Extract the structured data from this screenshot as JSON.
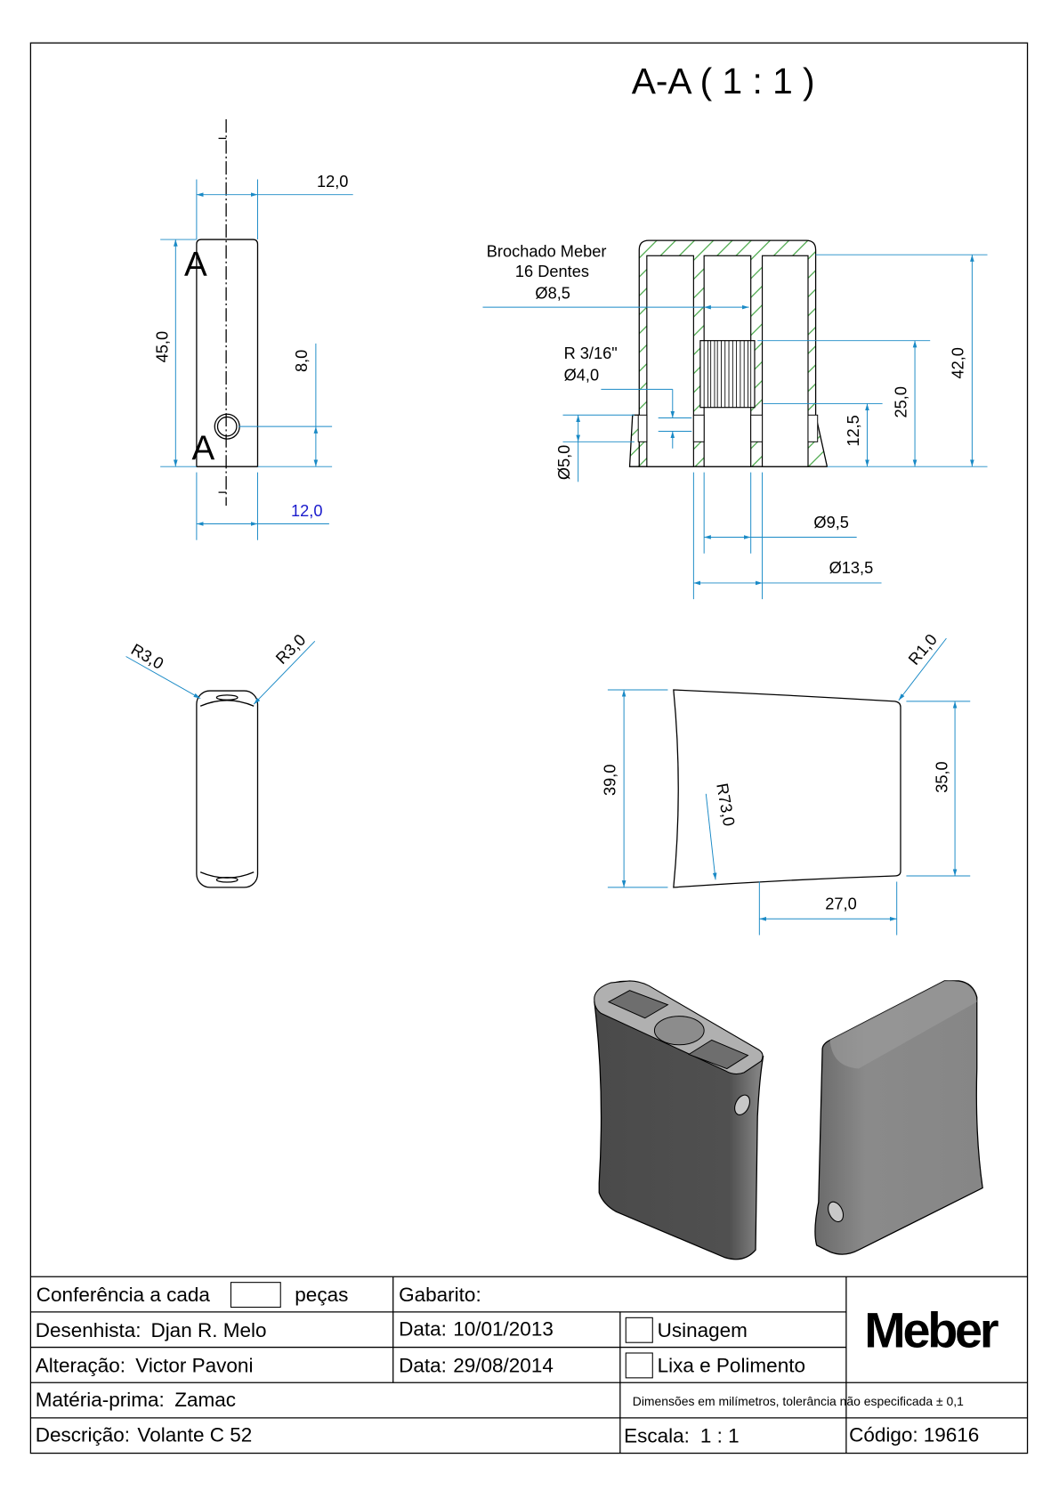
{
  "section_title": "A-A ( 1 : 1 )",
  "colors": {
    "dimension": "#1a8ac6",
    "hatch": "#2e9a2e",
    "blue_text": "#1a1acc"
  },
  "front_view": {
    "section_mark_top": "A",
    "section_mark_bottom": "A",
    "dim_width_top": "12,0",
    "dim_height": "45,0",
    "dim_hole_height": "8,0",
    "dim_width_bottom": "12,0"
  },
  "section_view": {
    "broach_line1": "Brochado Meber",
    "broach_line2": "16 Dentes",
    "broach_dia": "Ø8,5",
    "thread_label": "R 3/16\"",
    "thread_dia": "Ø4,0",
    "hole_dia": "Ø5,0",
    "dim_12_5": "12,5",
    "dim_25": "25,0",
    "dim_42": "42,0",
    "dim_dia_9_5": "Ø9,5",
    "dim_dia_13_5": "Ø13,5"
  },
  "top_view": {
    "radius_left": "R3,0",
    "radius_right": "R3,0"
  },
  "side_view": {
    "radius_corner": "R1,0",
    "dim_39": "39,0",
    "radius_73": "R73,0",
    "dim_35": "35,0",
    "dim_27": "27,0"
  },
  "title_block": {
    "conferencia_label": "Conferência a cada",
    "conferencia_suffix": "peças",
    "gabarito_label": "Gabarito:",
    "desenhista_label": "Desenhista:",
    "desenhista_value": "Djan R. Melo",
    "data1_label": "Data:",
    "data1_value": "10/01/2013",
    "usinagem_label": "Usinagem",
    "alteracao_label": "Alteração:",
    "alteracao_value": "Victor Pavoni",
    "data2_label": "Data:",
    "data2_value": "29/08/2014",
    "lixa_label": "Lixa e Polimento",
    "logo": "Meber",
    "materia_label": "Matéria-prima:",
    "materia_value": "Zamac",
    "tolerance_note": "Dimensões em milímetros, tolerância não especificada ± 0,1",
    "descricao_label": "Descrição:",
    "descricao_value": "Volante C 52",
    "escala_label": "Escala:",
    "escala_value": "1 : 1",
    "codigo_label": "Código:",
    "codigo_value": "19616"
  }
}
